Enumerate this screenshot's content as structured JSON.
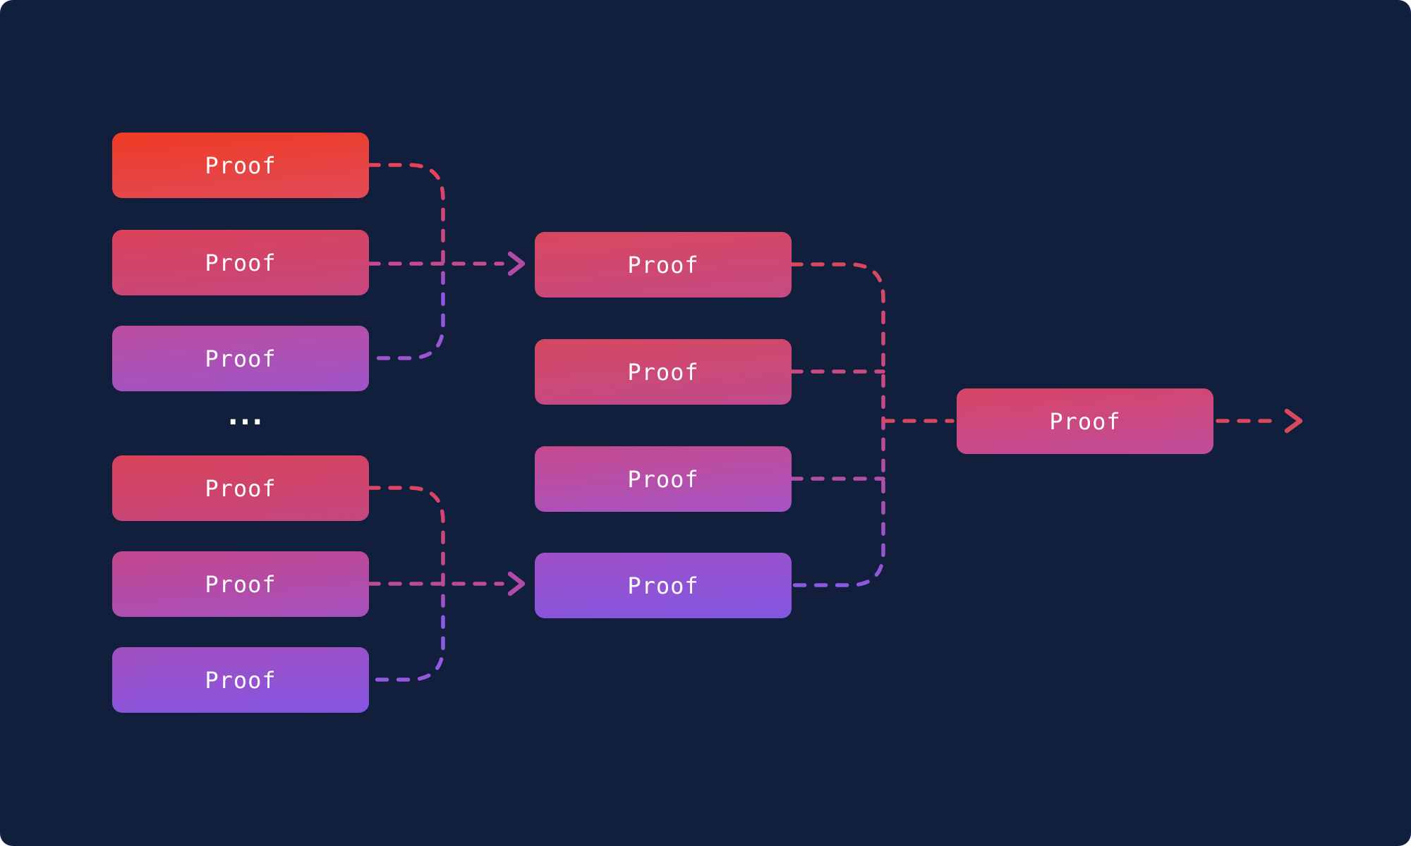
{
  "canvas": {
    "background": "#111e3c",
    "text_color": "#ffffff"
  },
  "ellipsis": "...",
  "nodes": {
    "left_top": [
      {
        "label": "Proof",
        "top": "#ef3b24",
        "bottom": "#e14a58"
      },
      {
        "label": "Proof",
        "top": "#da4259",
        "bottom": "#c6477e"
      },
      {
        "label": "Proof",
        "top": "#bb4da0",
        "bottom": "#9e54c8"
      }
    ],
    "left_bottom": [
      {
        "label": "Proof",
        "top": "#d84359",
        "bottom": "#c54680"
      },
      {
        "label": "Proof",
        "top": "#c3468b",
        "bottom": "#a551c0"
      },
      {
        "label": "Proof",
        "top": "#a24fc0",
        "bottom": "#8455e2"
      }
    ],
    "middle": [
      {
        "label": "Proof",
        "top": "#d9475e",
        "bottom": "#c54a84"
      },
      {
        "label": "Proof",
        "top": "#d6485f",
        "bottom": "#c04b8e"
      },
      {
        "label": "Proof",
        "top": "#c54a8c",
        "bottom": "#a753c6"
      },
      {
        "label": "Proof",
        "top": "#a050c8",
        "bottom": "#8156e0"
      }
    ],
    "final": {
      "label": "Proof",
      "top": "#d84565",
      "bottom": "#bf4c9c"
    }
  },
  "connectors": {
    "upper_bracket": {
      "stops": [
        "#e8415a",
        "#c4498e",
        "#8b57e8",
        "#9c55ce"
      ]
    },
    "upper_mid_line": {
      "color": "#c4498e"
    },
    "upper_arrowhead": {
      "color": "#b14ba6"
    },
    "lower_bracket": {
      "stops": [
        "#d84563",
        "#bf4a92",
        "#8d59e8",
        "#9459e0"
      ]
    },
    "lower_mid_line": {
      "color": "#bf4a94"
    },
    "lower_arrowhead": {
      "color": "#b04ca8"
    },
    "right_bracket": {
      "stops": [
        "#d9475e",
        "#cb4a80",
        "#b04fa8",
        "#8d57e2"
      ]
    },
    "output_line_in": {
      "color": "#d6495f"
    },
    "output_line_out": {
      "color": "#d7495f"
    },
    "output_arrowhead": {
      "color": "#d7495f"
    }
  }
}
